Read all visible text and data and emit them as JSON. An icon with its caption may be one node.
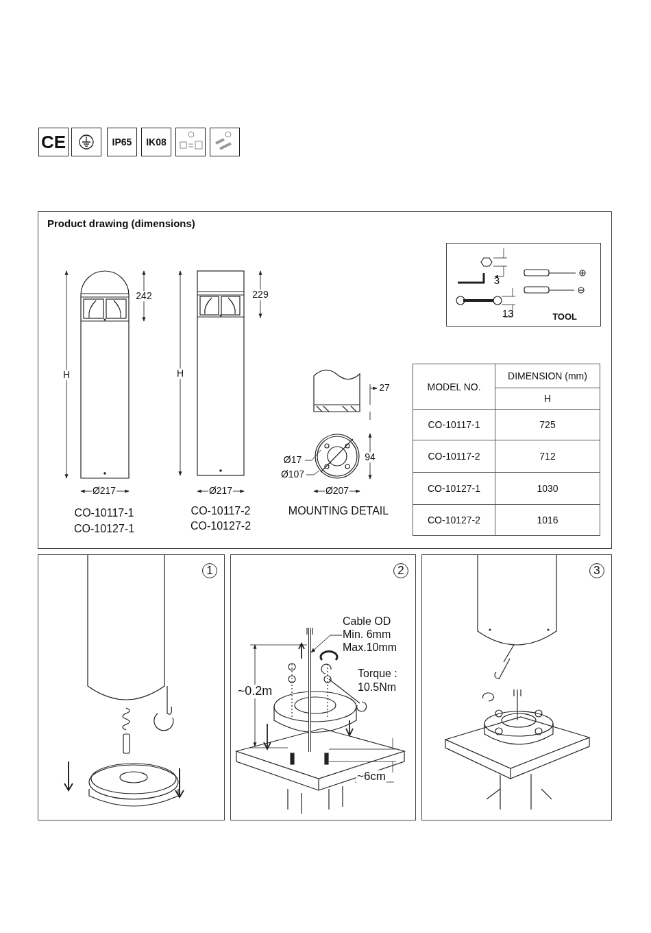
{
  "diagram": {
    "nodes": [
      {
        "text": [
          "Product drawing (dimensions)"
        ]
      },
      {
        "text": [
          "TOOL"
        ],
        "in": 0
      },
      {
        "text": [
          "1"
        ]
      },
      {
        "text": [
          "2"
        ]
      },
      {
        "text": [
          "Cable OD Min. 6mm Max.10mm"
        ],
        "in": 3
      },
      {
        "text": [
          "3"
        ]
      },
      {
        "text": [],
        "shape": "bar",
        "in": 3
      }
    ],
    "edges": [
      {
        "from": 4,
        "to": 6,
        "arrow": "to"
      }
    ],
    "labels": [
      "CE",
      "IP65",
      "IK08",
      "242",
      "H",
      "Ø217",
      "CO-10117-1",
      "CO-10127-1",
      "229",
      "H",
      "Ø217",
      "CO-10117-2",
      "CO-10127-2",
      "27",
      "Ø17",
      "94",
      "Ø107",
      "Ø207",
      "MOUNTING DETAIL",
      "3",
      "13",
      "MODEL NO.",
      "DIMENSION (mm)",
      "H",
      "CO-10117-1",
      "725",
      "CO-10117-2",
      "712",
      "CO-10127-1",
      "1030",
      "CO-10127-2",
      "1016",
      "~0.2m",
      "Torque : 10.5Nm",
      "~6cm"
    ]
  }
}
